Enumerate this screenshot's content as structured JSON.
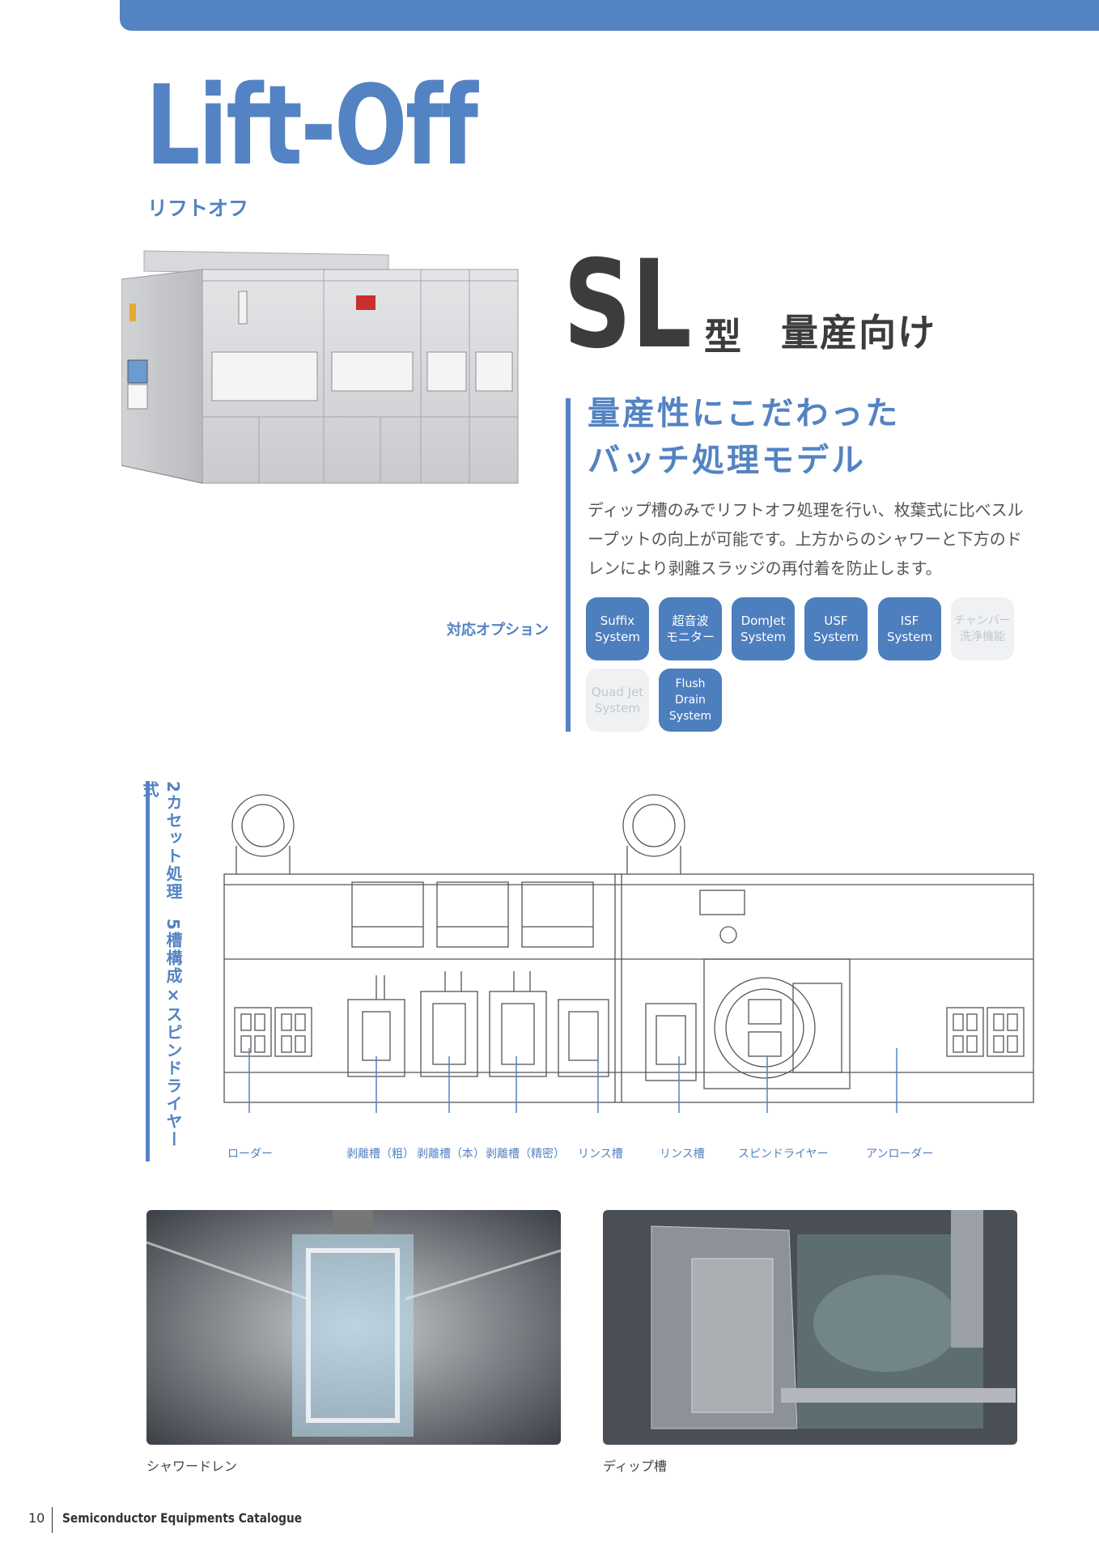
{
  "page": {
    "title": "Lift-Off",
    "subtitle": "リフトオフ",
    "model": "SL",
    "model_suffix": "型",
    "model_desc": "量産向け",
    "headline": [
      "量産性にこだわった",
      "バッチ処理モデル"
    ],
    "body": "ディップ槽のみでリフトオフ処理を行い、枚葉式に比べスループットの向上が可能です。上方からのシャワーと下方のドレンにより剥離スラッジの再付着を防止します。",
    "options_label": "対応オプション",
    "options": [
      {
        "label": "Suffix\nSystem",
        "active": true
      },
      {
        "label": "超音波\nモニター",
        "active": true
      },
      {
        "label": "DomJet\nSystem",
        "active": true
      },
      {
        "label": "USF\nSystem",
        "active": true
      },
      {
        "label": "ISF\nSystem",
        "active": true
      },
      {
        "label": "チャンバー\n洗浄機能",
        "active": false
      },
      {
        "label": "Quad Jet\nSystem",
        "active": false
      },
      {
        "label": "Flush Drain\nSystem",
        "active": true
      }
    ],
    "diagram_title": "2カセット処理　5槽構成×スピンドライヤー式",
    "diagram_labels": [
      "ローダー",
      "剥離槽（粗）",
      "剥離槽（本）",
      "剥離槽（精密）",
      "リンス槽",
      "リンス槽",
      "スピンドライヤー",
      "アンローダー"
    ],
    "photos": [
      {
        "caption": "シャワードレン"
      },
      {
        "caption": "ディップ槽"
      }
    ],
    "footer": {
      "page_number": "10",
      "text": "Semiconductor Equipments Catalogue"
    },
    "colors": {
      "accent": "#5383c2",
      "dark": "#3c3c3c",
      "disabled": "#eff1f3"
    }
  }
}
